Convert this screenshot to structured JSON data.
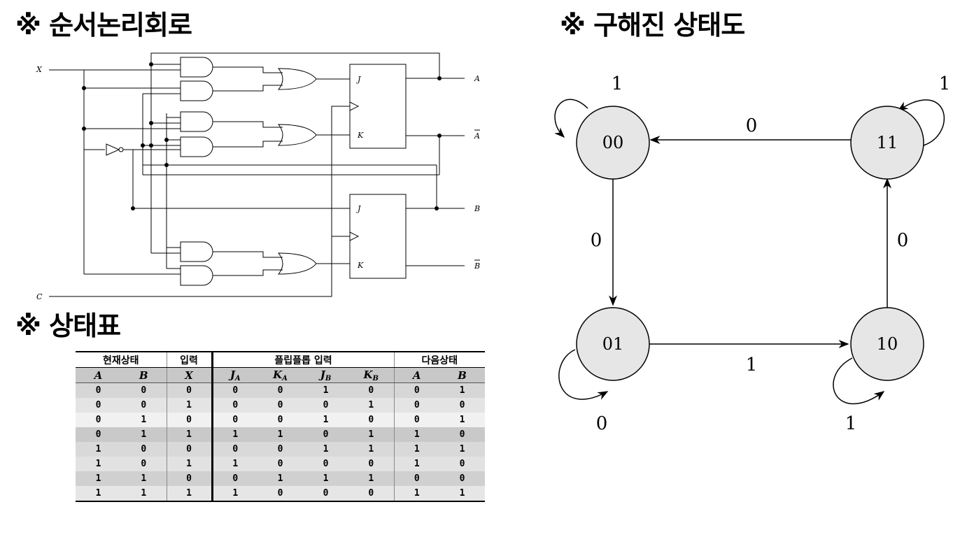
{
  "headings": {
    "circuit": "※ 순서논리회로",
    "table": "※ 상태표",
    "diagram": "※ 구해진 상태도"
  },
  "circuit": {
    "inputs": [
      "X",
      "C"
    ],
    "ff_pins": [
      "J",
      "K",
      "J",
      "K"
    ],
    "outputs": [
      "A",
      "A",
      "B",
      "B"
    ]
  },
  "state_table": {
    "groups": [
      "현재상태",
      "입력",
      "플립플롭 입력",
      "다음상태"
    ],
    "columns": [
      {
        "main": "A",
        "sub": ""
      },
      {
        "main": "B",
        "sub": ""
      },
      {
        "main": "X",
        "sub": ""
      },
      {
        "main": "J",
        "sub": "A"
      },
      {
        "main": "K",
        "sub": "A"
      },
      {
        "main": "J",
        "sub": "B"
      },
      {
        "main": "K",
        "sub": "B"
      },
      {
        "main": "A",
        "sub": ""
      },
      {
        "main": "B",
        "sub": ""
      }
    ],
    "rows": [
      [
        "0",
        "0",
        "0",
        "0",
        "0",
        "1",
        "0",
        "0",
        "1"
      ],
      [
        "0",
        "0",
        "1",
        "0",
        "0",
        "0",
        "1",
        "0",
        "0"
      ],
      [
        "0",
        "1",
        "0",
        "0",
        "0",
        "1",
        "0",
        "0",
        "1"
      ],
      [
        "0",
        "1",
        "1",
        "1",
        "1",
        "0",
        "1",
        "1",
        "0"
      ],
      [
        "1",
        "0",
        "0",
        "0",
        "0",
        "1",
        "1",
        "1",
        "1"
      ],
      [
        "1",
        "0",
        "1",
        "1",
        "0",
        "0",
        "0",
        "1",
        "0"
      ],
      [
        "1",
        "1",
        "0",
        "0",
        "1",
        "1",
        "1",
        "0",
        "0"
      ],
      [
        "1",
        "1",
        "1",
        "1",
        "0",
        "0",
        "0",
        "1",
        "1"
      ]
    ]
  },
  "state_diagram": {
    "states": [
      "00",
      "11",
      "01",
      "10"
    ],
    "edge_labels": {
      "self_00": "1",
      "self_11": "1",
      "e_11_00": "0",
      "e_00_01": "0",
      "e_10_11": "0",
      "e_01_10": "1",
      "self_01": "0",
      "self_10": "1"
    }
  },
  "colors": {
    "state_fill": "#e6e6e6",
    "stroke": "#000000"
  }
}
